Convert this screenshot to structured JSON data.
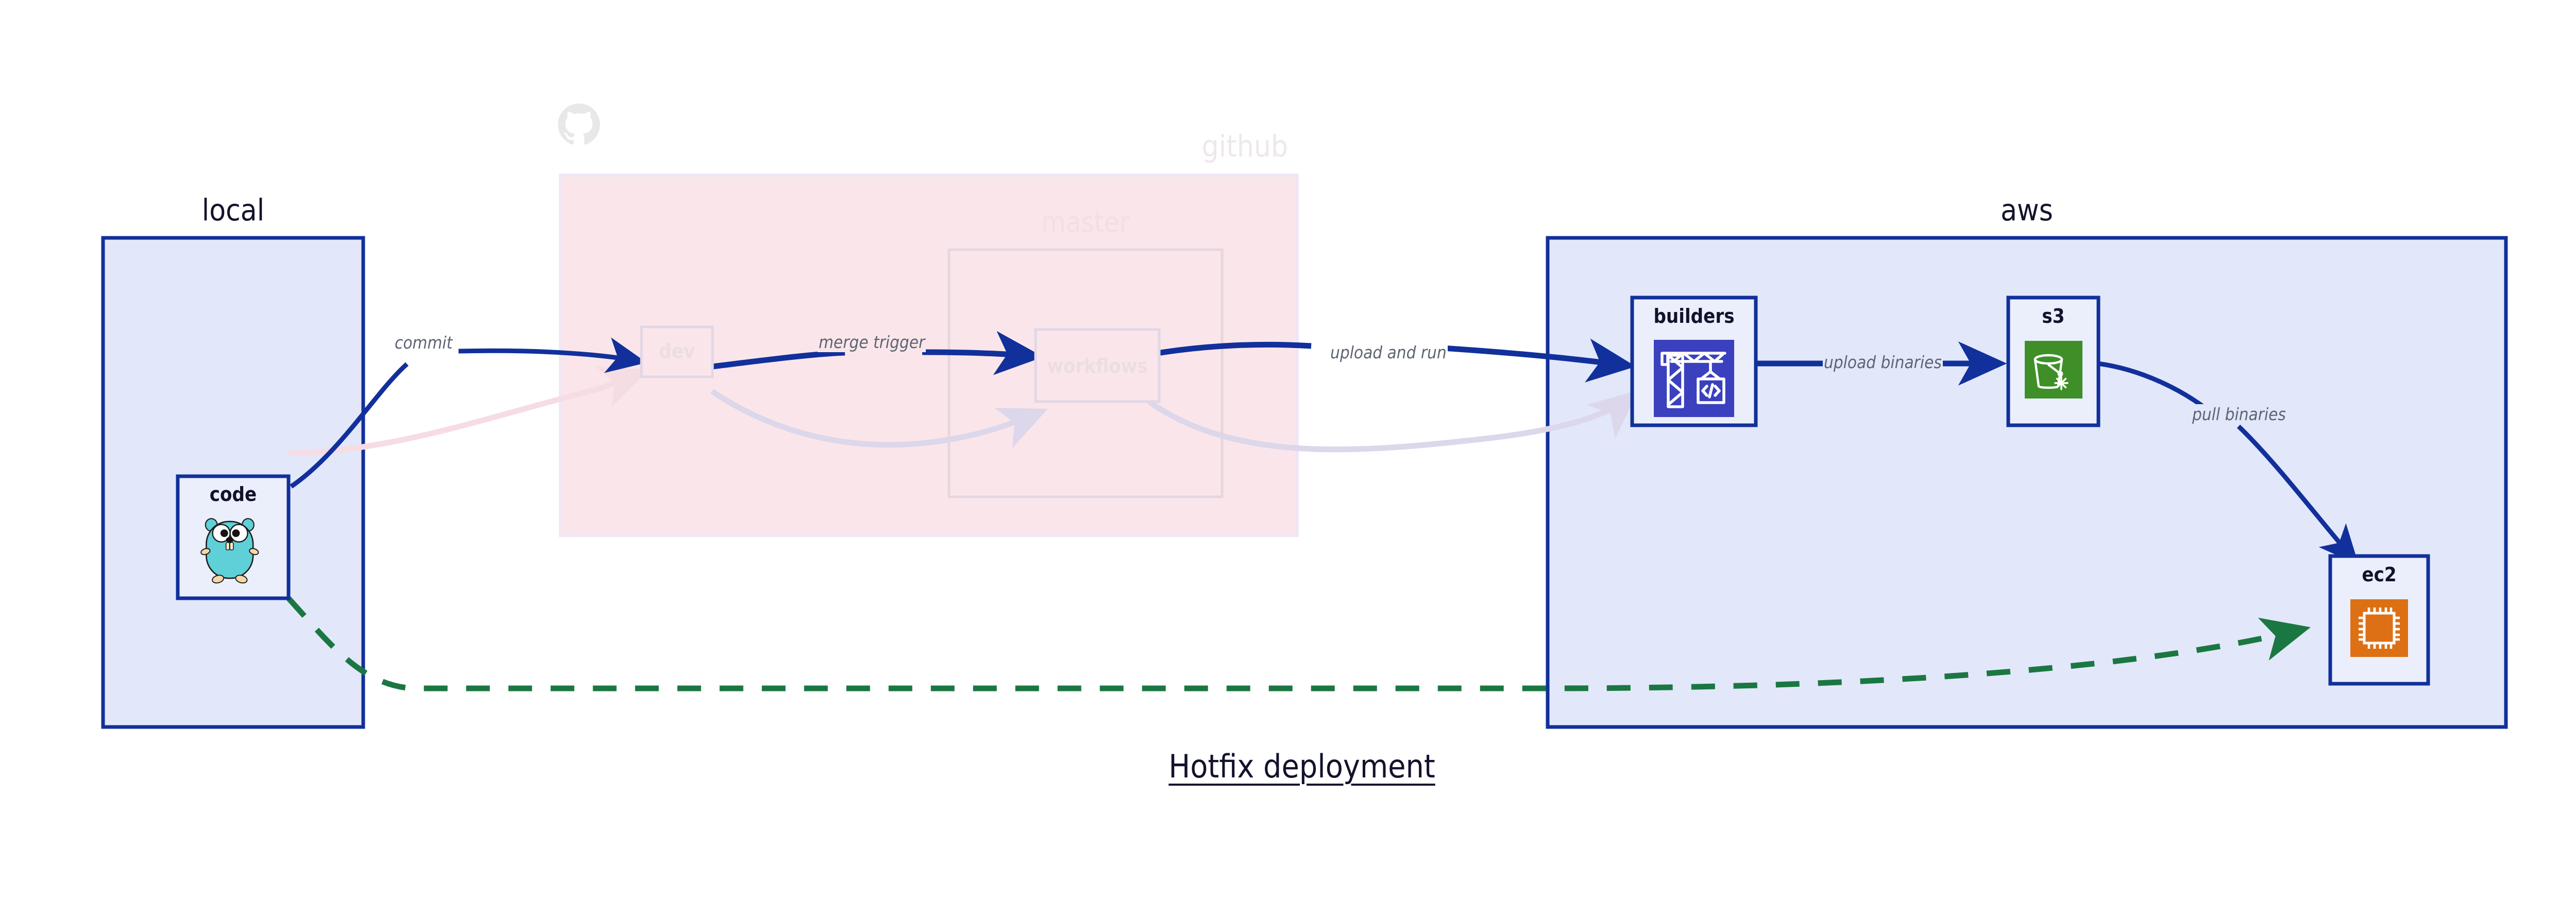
{
  "diagram": {
    "title": "Hotfix deployment",
    "palette": {
      "active_blue": "#11309b",
      "cluster_blue_fill": "#e2e7fa",
      "cluster_pink_fill": "#fae6ea",
      "faded_lavender": "#dcd7ea",
      "faded_pink": "#f6dde3",
      "green_dashed": "#1b7742",
      "label_gray": "#5d6472",
      "text_dark": "#12122c",
      "codebuild_indigo": "#3b40bf",
      "s3_green": "#3e8f28",
      "ec2_orange": "#dd7015"
    },
    "clusters": [
      {
        "id": "local",
        "label": "local",
        "state": "active",
        "fill": "#e2e7fa",
        "stroke": "#11309b"
      },
      {
        "id": "github",
        "label": "github",
        "state": "faded",
        "fill": "#fae6ea",
        "stroke": "#f6dde3"
      },
      {
        "id": "master",
        "label": "master",
        "state": "faded",
        "fill": "#fae6ea",
        "stroke": "#e6d6e0"
      },
      {
        "id": "aws",
        "label": "aws",
        "state": "active",
        "fill": "#e2e7fa",
        "stroke": "#11309b"
      }
    ],
    "nodes": [
      {
        "id": "code",
        "label": "code",
        "cluster": "local",
        "state": "active",
        "icon": "go-gopher-icon"
      },
      {
        "id": "dev",
        "label": "dev",
        "cluster": "github",
        "state": "faded",
        "icon": "none"
      },
      {
        "id": "workflows",
        "label": "workflows",
        "cluster": "master",
        "state": "faded",
        "icon": "none"
      },
      {
        "id": "builders",
        "label": "builders",
        "cluster": "aws",
        "state": "active",
        "icon": "aws-codebuild-icon"
      },
      {
        "id": "s3",
        "label": "s3",
        "cluster": "aws",
        "state": "active",
        "icon": "aws-s3-glacier-icon"
      },
      {
        "id": "ec2",
        "label": "ec2",
        "cluster": "aws",
        "state": "active",
        "icon": "aws-ec2-icon"
      }
    ],
    "edges": [
      {
        "id": "commit",
        "from": "code",
        "to": "dev",
        "label": "commit",
        "style": "solid",
        "state": "active",
        "color": "#11309b"
      },
      {
        "id": "merge-trigger",
        "from": "dev",
        "to": "workflows",
        "label": "merge trigger",
        "style": "solid",
        "state": "active",
        "color": "#11309b"
      },
      {
        "id": "upload-and-run",
        "from": "workflows",
        "to": "builders",
        "label": "upload and run",
        "style": "solid",
        "state": "active",
        "color": "#11309b"
      },
      {
        "id": "upload-binaries",
        "from": "builders",
        "to": "s3",
        "label": "upload binaries",
        "style": "solid",
        "state": "active",
        "color": "#11309b"
      },
      {
        "id": "pull-binaries",
        "from": "s3",
        "to": "ec2",
        "label": "pull binaries",
        "style": "solid",
        "state": "active",
        "color": "#11309b"
      },
      {
        "id": "hotfix-direct",
        "from": "code",
        "to": "ec2",
        "label": "",
        "style": "dashed",
        "state": "active",
        "color": "#1b7742"
      },
      {
        "id": "faded-code-dev",
        "from": "code",
        "to": "dev",
        "label": "",
        "style": "solid",
        "state": "faded",
        "color": "#f6dde3"
      },
      {
        "id": "faded-dev-workflows",
        "from": "dev",
        "to": "workflows",
        "label": "",
        "style": "solid",
        "state": "faded",
        "color": "#dcd7ea"
      },
      {
        "id": "faded-workflows-build",
        "from": "workflows",
        "to": "builders",
        "label": "",
        "style": "solid",
        "state": "faded",
        "color": "#dcd7ea"
      }
    ]
  }
}
